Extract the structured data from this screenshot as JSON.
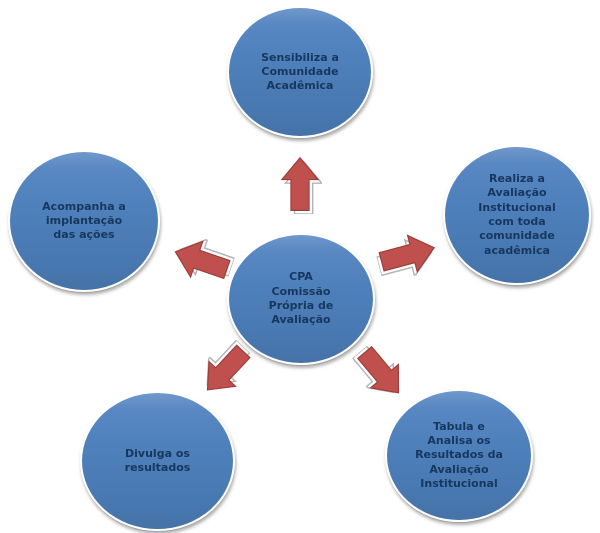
{
  "diagram": {
    "type": "radial-cycle-diagram",
    "background_color": "#FFFFFF",
    "colors": {
      "circle_fill": "#4F81BD",
      "circle_fill_highlight": "#7099CC",
      "circle_fill_shade": "#4573A8",
      "circle_border": "#FFFFFF",
      "circle_text": "#17375E",
      "arrow_fill": "#C0504D",
      "arrow_stroke": "#9E3E3B",
      "arrow_shadow": "#B4B4B4"
    },
    "center": {
      "label": "CPA\nComissão\nPrópria de\nAvaliação"
    },
    "nodes": {
      "top": {
        "label": "Sensibiliza a\nComunidade\nAcadêmica"
      },
      "right": {
        "label": "Realiza a\nAvaliação\nInstitucional\ncom toda\ncomunidade\nacadêmica"
      },
      "bottom_right": {
        "label": "Tabula e\nAnalisa os\nResultados da\nAvaliação\nInstitucional"
      },
      "bottom_left": {
        "label": "Divulga os\nresultados"
      },
      "left": {
        "label": "Acompanha a\nimplantação\ndas ações"
      }
    },
    "arrows": [
      {
        "name": "arrow-up-icon",
        "direction": "up",
        "from": "center",
        "to": "top"
      },
      {
        "name": "arrow-left-icon",
        "direction": "left-up",
        "from": "center",
        "to": "left"
      },
      {
        "name": "arrow-right-icon",
        "direction": "right-up",
        "from": "center",
        "to": "right"
      },
      {
        "name": "arrow-down-left-icon",
        "direction": "down-left",
        "from": "center",
        "to": "bottom_left"
      },
      {
        "name": "arrow-down-right-icon",
        "direction": "down-right",
        "from": "center",
        "to": "bottom_right"
      }
    ]
  }
}
